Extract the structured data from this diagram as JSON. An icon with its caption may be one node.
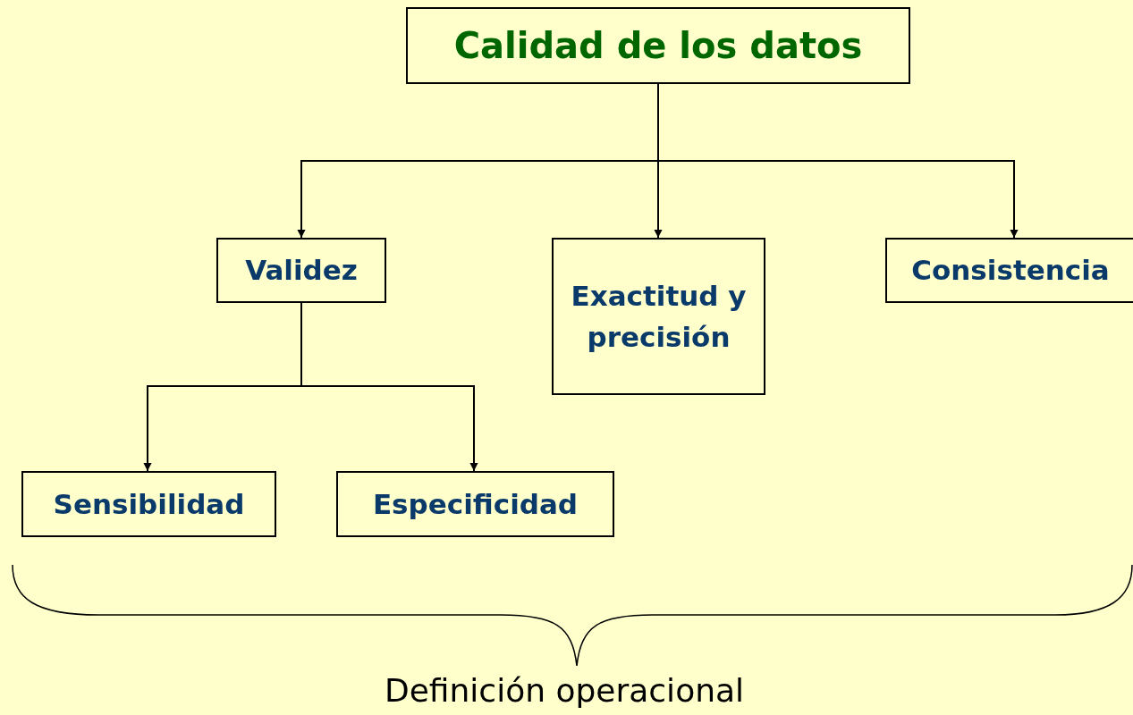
{
  "diagram": {
    "nodes": [
      {
        "text": [
          "Calidad de los datos"
        ]
      },
      {
        "text": [
          "Validez"
        ]
      },
      {
        "text": [
          "Exactitud y precisión"
        ]
      },
      {
        "text": [
          "Consistencia"
        ]
      },
      {
        "text": [
          "Sensibilidad"
        ]
      },
      {
        "text": [
          "Especificidad"
        ]
      }
    ],
    "edges": [
      {
        "from": 0,
        "to": 1,
        "arrow": "to"
      },
      {
        "from": 0,
        "to": 2,
        "arrow": "to"
      },
      {
        "from": 0,
        "to": 3,
        "arrow": "to"
      },
      {
        "from": 1,
        "to": 4,
        "arrow": "to"
      },
      {
        "from": 1,
        "to": 5,
        "arrow": "to"
      }
    ],
    "labels": [
      "Definición operacional"
    ]
  }
}
